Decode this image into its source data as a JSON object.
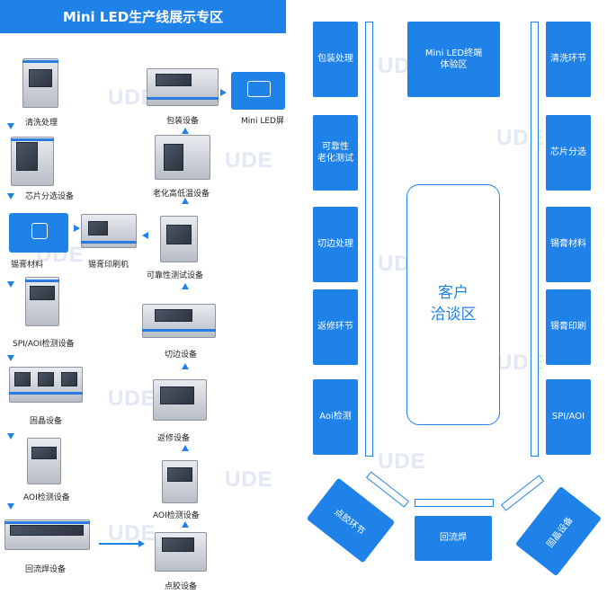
{
  "title": "Mini LED生产线展示专区",
  "watermark": "UDE",
  "colors": {
    "accent": "#1f82e8"
  },
  "flow": {
    "left": [
      {
        "key": "clean",
        "label": "清洗处理"
      },
      {
        "key": "chip",
        "label": "芯片分选设备"
      },
      {
        "key": "paste",
        "label": "锡膏材料"
      },
      {
        "key": "print",
        "label": "锡膏印刷机"
      },
      {
        "key": "spi",
        "label": "SPI/AOI检测设备"
      },
      {
        "key": "bond",
        "label": "固晶设备"
      },
      {
        "key": "aoi1",
        "label": "AOI检测设备"
      },
      {
        "key": "reflow",
        "label": "回流焊设备"
      }
    ],
    "right": [
      {
        "key": "pack",
        "label": "包装设备"
      },
      {
        "key": "screen",
        "label": "Mini LED屏"
      },
      {
        "key": "aging",
        "label": "老化高低温设备"
      },
      {
        "key": "rel",
        "label": "可靠性测试设备"
      },
      {
        "key": "cut",
        "label": "切边设备"
      },
      {
        "key": "rework",
        "label": "返修设备"
      },
      {
        "key": "aoi2",
        "label": "AOI检测设备"
      },
      {
        "key": "glue",
        "label": "点胶设备"
      }
    ]
  },
  "floorplan": {
    "left_column": [
      "包装处理",
      "可靠性\n老化测试",
      "切边处理",
      "返修环节",
      "Aoi检测"
    ],
    "right_column": [
      "清洗环节",
      "芯片分选",
      "锡膏材料",
      "锡膏印刷",
      "SPI/AOI"
    ],
    "top_center": "Mini LED终端\n体验区",
    "center": "客户\n洽谈区",
    "bottom_left": "点胶环节",
    "bottom_center": "回流焊",
    "bottom_right": "固晶设备"
  }
}
